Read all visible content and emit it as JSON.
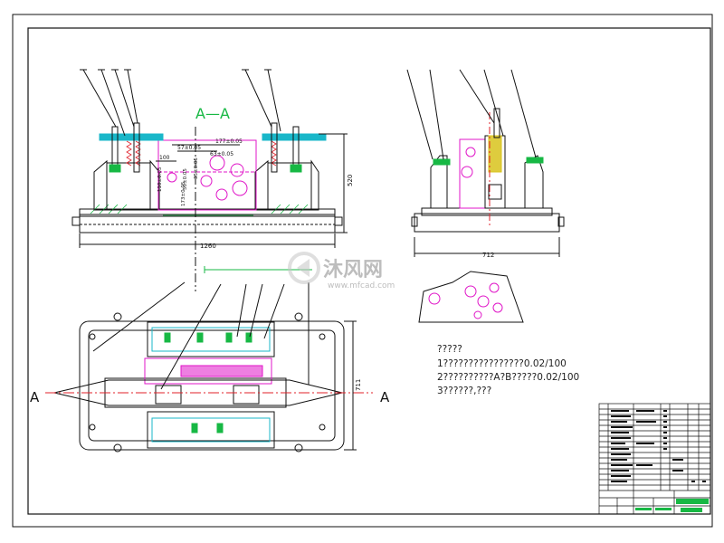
{
  "section_label": "A—A",
  "dimensions": {
    "front_width": "1260",
    "front_height": "520",
    "side_width": "712",
    "plan_height": "711",
    "d_177": "177±0.05",
    "d_57": "57±0.05",
    "d_100": "100",
    "d_63": "63±0.05",
    "d_110": "110±0.05",
    "d_50": "50±0.05",
    "d_35": "35±0.05",
    "d_173": "173±0.05"
  },
  "section_markers": {
    "left": "A",
    "right": "A"
  },
  "watermark": {
    "brand": "沐风网",
    "url": "www.mfcad.com"
  },
  "notes": {
    "heading": "?????",
    "lines": [
      "1????????????????0.02/100",
      "2??????????A?B?????0.02/100",
      "3??????,???"
    ]
  },
  "colors": {
    "line": "#111111",
    "cyan": "#19b7c9",
    "magenta": "#e016c8",
    "green": "#17b844",
    "yellow": "#d8c31c",
    "red": "#e0202a"
  }
}
